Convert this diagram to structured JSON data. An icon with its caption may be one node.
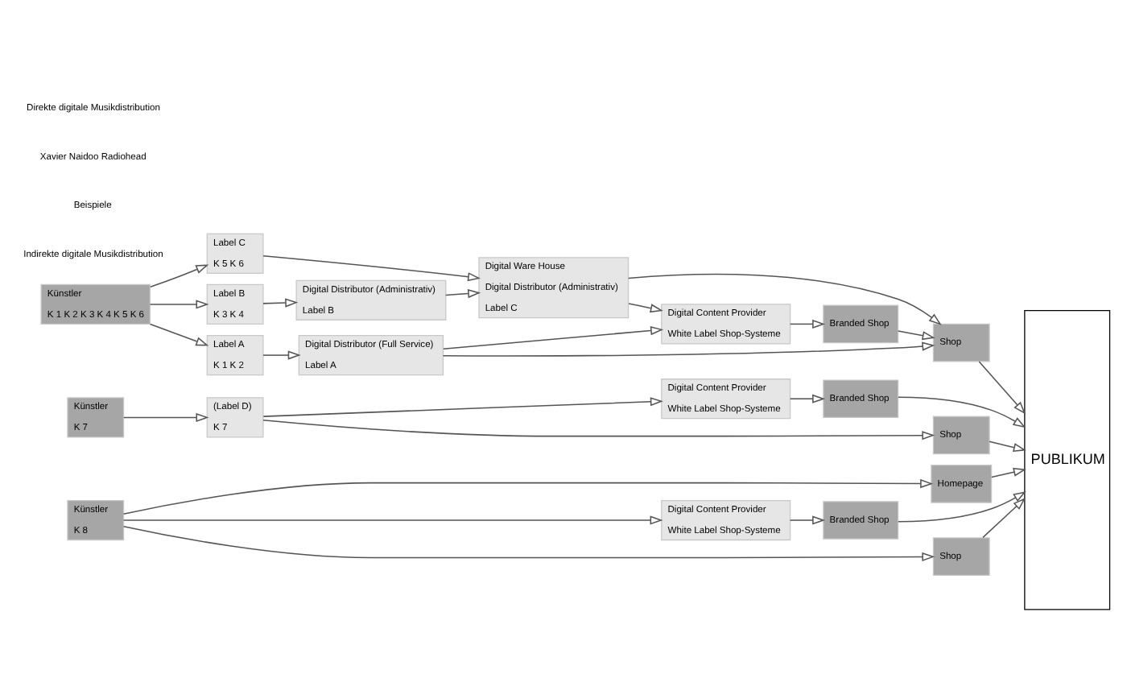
{
  "diagram": {
    "nodes": [
      {
        "text": [
          "Künstler",
          "K 1 K 2 K 3 K 4 K 5 K 6"
        ]
      },
      {
        "text": [
          "Label A",
          "K 1 K 2"
        ]
      },
      {
        "text": [
          "Label B",
          "K 3 K 4"
        ]
      },
      {
        "text": [
          "Label C",
          "K 5 K 6"
        ]
      },
      {
        "text": [
          "Digital Distributor (Full Service)",
          "Label A"
        ]
      },
      {
        "text": [
          "Digital Distributor (Administrativ)",
          "Label B"
        ]
      },
      {
        "text": [
          "Digital Ware House",
          "Digital Distributor (Administrativ)",
          "Label C"
        ]
      },
      {
        "text": [
          "Digital Content Provider",
          "White Label Shop-Systeme"
        ]
      },
      {
        "text": [
          "Branded Shop"
        ]
      },
      {
        "text": [
          "Shop"
        ]
      },
      {
        "text": [
          "PUBLIKUM"
        ]
      },
      {
        "text": [
          "Künstler",
          "K 7"
        ]
      },
      {
        "text": [
          "(Label D)",
          "K 7"
        ]
      },
      {
        "text": [
          "Digital Content Provider",
          "White Label Shop-Systeme"
        ]
      },
      {
        "text": [
          "Branded Shop"
        ]
      },
      {
        "text": [
          "Shop"
        ]
      },
      {
        "text": [
          "Künstler",
          "K 8"
        ]
      },
      {
        "text": [
          "Digital Content Provider",
          "White Label Shop-Systeme"
        ]
      },
      {
        "text": [
          "Branded Shop"
        ]
      },
      {
        "text": [
          "Shop"
        ]
      },
      {
        "text": [
          "Homepage"
        ]
      }
    ],
    "edges": [
      {
        "from": 0,
        "to": 1,
        "arrow": "to"
      },
      {
        "from": 0,
        "to": 2,
        "arrow": "to"
      },
      {
        "from": 0,
        "to": 3,
        "arrow": "to"
      },
      {
        "from": 1,
        "to": 4,
        "arrow": "to"
      },
      {
        "from": 2,
        "to": 5,
        "arrow": "to"
      },
      {
        "from": 4,
        "to": 9,
        "arrow": "to"
      },
      {
        "from": 4,
        "to": 7,
        "arrow": "to"
      },
      {
        "from": 5,
        "to": 6,
        "arrow": "to"
      },
      {
        "from": 3,
        "to": 6,
        "arrow": "to"
      },
      {
        "from": 6,
        "to": 7,
        "arrow": "to"
      },
      {
        "from": 7,
        "to": 8,
        "arrow": "to"
      },
      {
        "from": 6,
        "to": 9,
        "arrow": "to"
      },
      {
        "from": 8,
        "to": 9,
        "arrow": "to"
      },
      {
        "from": 9,
        "to": 10,
        "arrow": "to"
      },
      {
        "from": 11,
        "to": 12,
        "arrow": "to"
      },
      {
        "from": 12,
        "to": 15,
        "arrow": "to"
      },
      {
        "from": 15,
        "to": 10,
        "arrow": "to"
      },
      {
        "from": 12,
        "to": 13,
        "arrow": "to"
      },
      {
        "from": 13,
        "to": 14,
        "arrow": "to"
      },
      {
        "from": 14,
        "to": 10,
        "arrow": "to"
      },
      {
        "from": 16,
        "to": 19,
        "arrow": "to"
      },
      {
        "from": 19,
        "to": 10,
        "arrow": "to"
      },
      {
        "from": 16,
        "to": 17,
        "arrow": "to"
      },
      {
        "from": 17,
        "to": 18,
        "arrow": "to"
      },
      {
        "from": 18,
        "to": 10,
        "arrow": "to"
      },
      {
        "from": 16,
        "to": 20,
        "arrow": "to"
      },
      {
        "from": 20,
        "to": 10,
        "arrow": "to"
      }
    ],
    "labels": [
      "Indirekte digitale Musikdistribution",
      "Beispiele",
      "Xavier Naidoo Radiohead",
      "Direkte digitale Musikdistribution"
    ]
  }
}
